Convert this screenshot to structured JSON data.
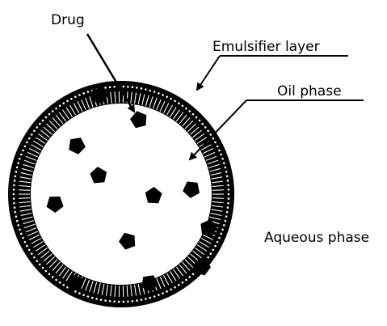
{
  "labels": {
    "drug": "Drug",
    "emulsifier": "Emulsifier layer",
    "oil": "Oil phase",
    "aqueous": "Aqueous phase"
  },
  "colors": {
    "ink": "#000000",
    "background": "#ffffff"
  }
}
